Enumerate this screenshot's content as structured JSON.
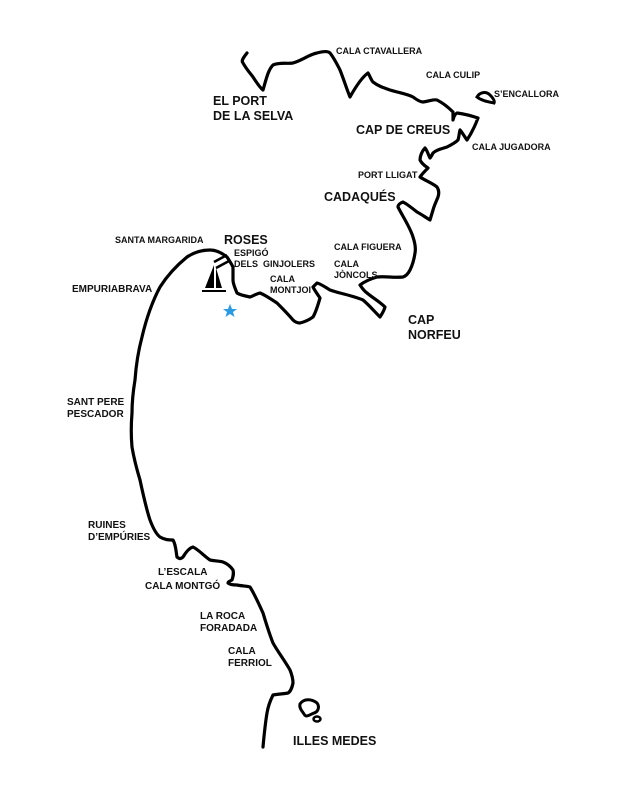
{
  "labels": {
    "cala_ctavallera": "CALA CTAVALLERA",
    "cala_culip": "CALA CULIP",
    "sencallora": "S’ENCALLORA",
    "el_port_1": "EL PORT",
    "el_port_2": "DE LA SELVA",
    "cap_de_creus": "CAP DE CREUS",
    "cala_jugadora": "CALA JUGADORA",
    "port_lligat": "PORT LLIGAT",
    "cadaques": "CADAQUÉS",
    "santa_margarida": "SANTA MARGARIDA",
    "roses": "ROSES",
    "espigo_1": "ESPIGÓ",
    "espigo_2": "DELS  GINJOLERS",
    "cala_figuera": "CALA FIGUERA",
    "cala_joncols_1": "CALA",
    "cala_joncols_2": "JÒNCOLS",
    "cala_montjoi_1": "CALA",
    "cala_montjoi_2": "MONTJOI",
    "empuriabrava": "EMPURIABRAVA",
    "cap_norfeu_1": "CAP",
    "cap_norfeu_2": "NORFEU",
    "sant_pere_1": "SANT PERE",
    "sant_pere_2": "PESCADOR",
    "ruines_1": "RUINES",
    "ruines_2": "D’EMPÚRIES",
    "lescala": "L’ESCALA",
    "cala_montgo": "CALA MONTGÓ",
    "la_roca_1": "LA ROCA",
    "la_roca_2": "FORADADA",
    "cala_ferriol_1": "CALA",
    "cala_ferriol_2": "FERRIOL",
    "illes_medes": "ILLES MEDES"
  },
  "markers": {
    "star_icon": "star",
    "boat_icon": "sailboat"
  },
  "colors": {
    "coast": "#000000",
    "star": "#2a9be0"
  }
}
